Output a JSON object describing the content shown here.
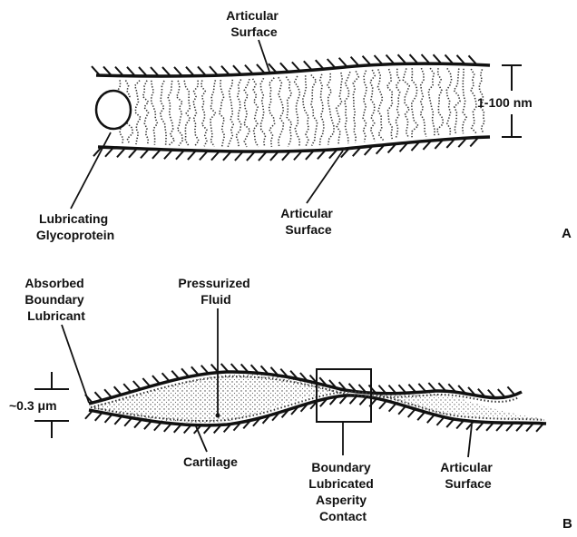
{
  "panel_a": {
    "letter": "A",
    "top_surface_label": [
      "Articular",
      "Surface"
    ],
    "gap_label": "1-100 nm",
    "glycoprotein_label": [
      "Lubricating",
      "Glycoprotein"
    ],
    "bottom_surface_label": [
      "Articular",
      "Surface"
    ]
  },
  "panel_b": {
    "letter": "B",
    "boundary_lubricant_label": [
      "Absorbed",
      "Boundary",
      "Lubricant"
    ],
    "fluid_label": [
      "Pressurized",
      "Fluid"
    ],
    "thickness_label": "~0.3 μm",
    "cartilage_label": "Cartilage",
    "asperity_label": [
      "Boundary",
      "Lubricated",
      "Asperity",
      "Contact"
    ],
    "surface_label": [
      "Articular",
      "Surface"
    ]
  }
}
